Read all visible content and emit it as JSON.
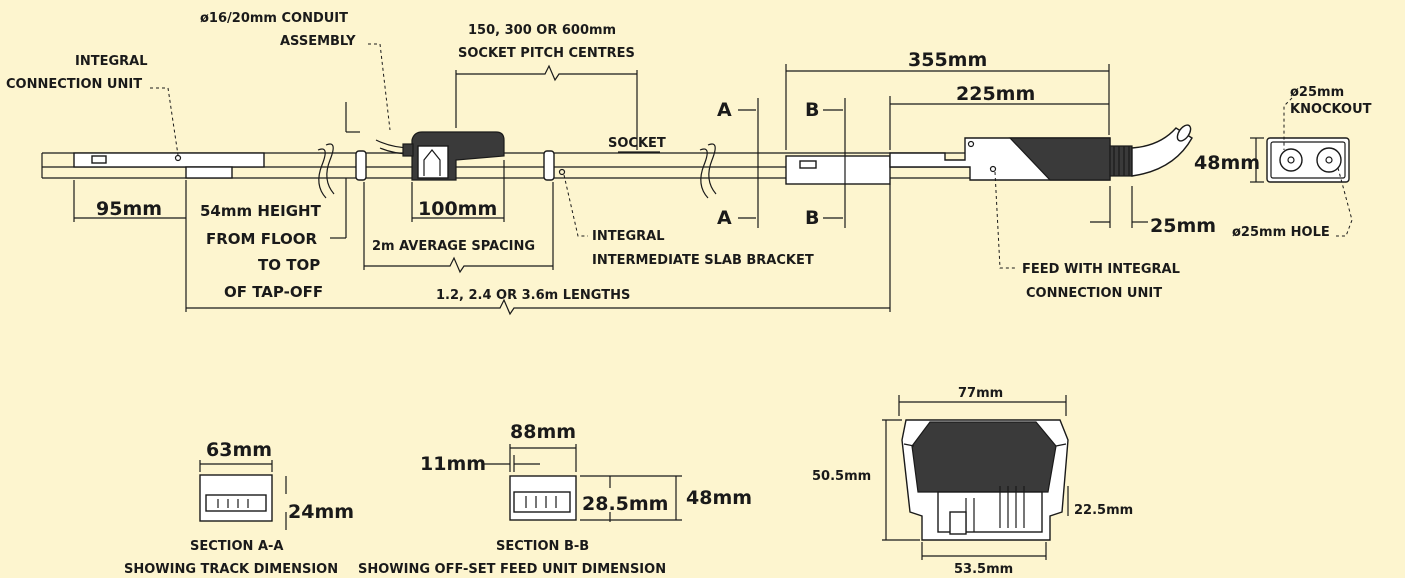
{
  "labels": {
    "conduit": [
      "ø16/20mm CONDUIT",
      "ASSEMBLY"
    ],
    "socket_pitch": [
      "150, 300 OR 600mm",
      "SOCKET PITCH CENTRES"
    ],
    "integral_conn": [
      "INTEGRAL",
      "CONNECTION UNIT"
    ],
    "socket": "SOCKET",
    "dim_355": "355mm",
    "dim_225": "225mm",
    "knockout": [
      "ø25mm",
      "KNOCKOUT"
    ],
    "dim_48_side": "48mm",
    "section_a_top": "A",
    "section_a_bottom": "A",
    "section_b_top": "B",
    "section_b_bottom": "B",
    "dim_95": "95mm",
    "height_note": [
      "54mm HEIGHT",
      "FROM FLOOR",
      "TO TOP",
      "OF TAP-OFF"
    ],
    "dim_100": "100mm",
    "avg_spacing": "2m AVERAGE SPACING",
    "slab_bracket": [
      "INTEGRAL",
      "INTERMEDIATE  SLAB  BRACKET"
    ],
    "dim_25": "25mm",
    "hole": "ø25mm HOLE",
    "feed_unit": [
      "FEED WITH INTEGRAL",
      "CONNECTION UNIT"
    ],
    "lengths": "1.2, 2.4 OR 3.6m LENGTHS",
    "sec_a": {
      "width": "63mm",
      "height": "24mm",
      "caption": [
        "SECTION A-A",
        "SHOWING TRACK DIMENSION"
      ]
    },
    "sec_b": {
      "width": "88mm",
      "offset": "11mm",
      "inner_height": "28.5mm",
      "height": "48mm",
      "caption": [
        "SECTION B-B",
        "SHOWING OFF-SET FEED UNIT DIMENSION"
      ]
    },
    "tapoff": {
      "top_width": "77mm",
      "height": "50.5mm",
      "side_height": "22.5mm",
      "bottom_width": "53.5mm"
    }
  }
}
